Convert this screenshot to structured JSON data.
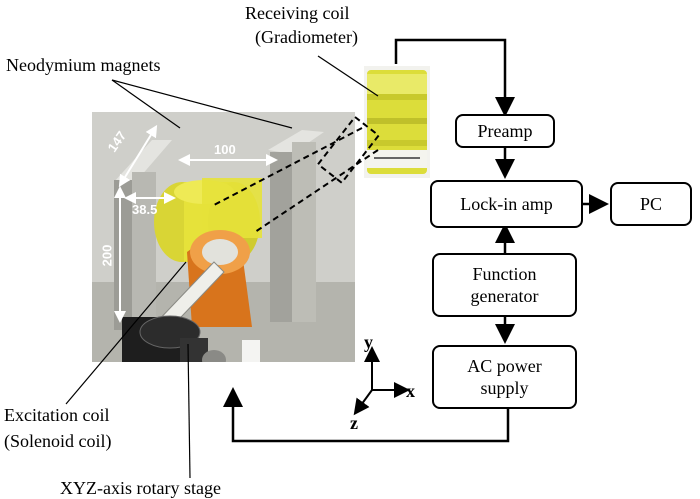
{
  "labels": {
    "receiving_coil_line1": "Receiving coil",
    "receiving_coil_line2": "(Gradiometer)",
    "magnets": "Neodymium magnets",
    "excitation_line1": "Excitation coil",
    "excitation_line2": "(Solenoid coil)",
    "stage": "XYZ-axis rotary stage"
  },
  "dimensions": {
    "depth": "147",
    "gap": "100",
    "coil_width": "38.5",
    "height": "200"
  },
  "blocks": {
    "preamp": "Preamp",
    "lockin": "Lock-in amp",
    "pc": "PC",
    "function_generator": [
      "Function",
      "generator"
    ],
    "ac_power": [
      "AC power",
      "supply"
    ]
  },
  "axes": {
    "x": "x",
    "y": "y",
    "z": "z"
  },
  "colors": {
    "coil_yellow": "#e6e23a",
    "holder_orange": "#d8741c",
    "frame_gray": "#a8a8a2"
  }
}
